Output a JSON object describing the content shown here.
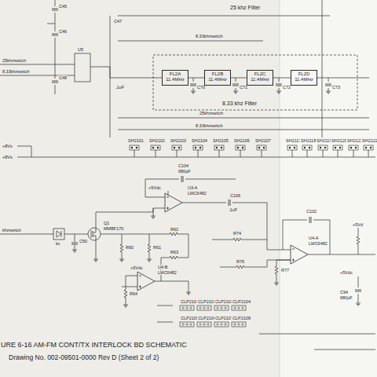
{
  "diagram": {
    "caption": "URE 6-16 AM-FM CONT/TX INTERLOCK BD SCHEMATIC",
    "nodes": [
      {
        "text": [
          "FL2A",
          "11.4MHz"
        ]
      },
      {
        "text": [
          "FL2B",
          "11.4MHz"
        ]
      },
      {
        "text": [
          "FL2C",
          "11.4MHz"
        ]
      },
      {
        "text": [
          "FL2D",
          "11.4MHz"
        ]
      }
    ],
    "edges": [
      {
        "from": 0,
        "to": 1,
        "arrow": "none"
      },
      {
        "from": 1,
        "to": 2,
        "arrow": "none"
      },
      {
        "from": 2,
        "to": 3,
        "arrow": "none"
      }
    ],
    "labels": [
      "25 khz Filter",
      "8.33khzswitch",
      "25khzswitch",
      "8.33khzswitch",
      "C45",
      "C46",
      "C47",
      "C48",
      "U5",
      ".1uF",
      "C70",
      "C71",
      "C72",
      "8.33 khz Filter",
      "25khzswitch",
      "8.33khzswitch",
      "C73",
      "SH2101",
      "SH2102",
      "SH2103",
      "SH2104",
      "SH2105",
      "SH2106",
      "SH2107",
      "SH2117",
      "SH2118",
      "SH2119",
      "SH2120",
      "SH2121",
      "SH2122",
      "+8Vs",
      "+8Vs",
      "C104",
      "680pF",
      "+5Vdc",
      "U3-A",
      "LMC6482",
      "C106",
      ".1uF",
      "khzswitch",
      "kc",
      "Q1",
      "MMBF170",
      "C50",
      "R60",
      "R61",
      "R62",
      "R63",
      "+5Vdc",
      "U4-B",
      "LMC6482",
      "R64",
      "C102",
      "R74",
      "R76",
      "R77",
      "U4-A",
      "LMC6482",
      "+5Vd",
      "+5Vdc",
      "C94",
      "680pF",
      "CLP2101",
      "CLP2102",
      "CLP2103",
      "CLP2104",
      "CLP2105",
      "CLP2106",
      "CLP2107",
      "CLP2108",
      "Drawing No. 002-09501-0000 Rev D (Sheet 2 of 2)"
    ]
  }
}
